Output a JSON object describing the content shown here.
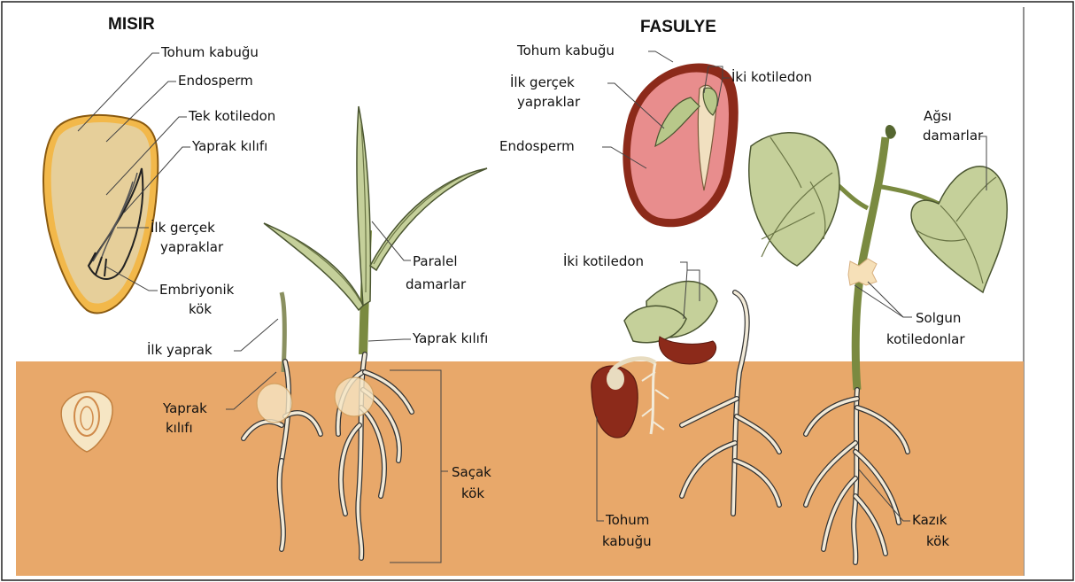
{
  "titles": {
    "corn": "MISIR",
    "bean": "FASULYE"
  },
  "corn_labels": {
    "seed_coat": "Tohum kabuğu",
    "endosperm": "Endosperm",
    "single_cotyledon": "Tek kotiledon",
    "leaf_sheath": "Yaprak kılıfı",
    "first_leaves_1": "İlk gerçek",
    "first_leaves_2": "yapraklar",
    "embryonic_root_1": "Embriyonik",
    "embryonic_root_2": "kök",
    "first_leaf": "İlk yaprak",
    "sheath_below_1": "Yaprak",
    "sheath_below_2": "kılıfı",
    "parallel_veins_1": "Paralel",
    "parallel_veins_2": "damarlar",
    "leaf_sheath_plant": "Yaprak kılıfı",
    "fibrous_root_1": "Saçak",
    "fibrous_root_2": "kök"
  },
  "bean_labels": {
    "seed_coat": "Tohum kabuğu",
    "first_leaves_1": "İlk gerçek",
    "first_leaves_2": "yapraklar",
    "two_cotyledons": "İki kotiledon",
    "endosperm": "Endosperm",
    "two_cotyledons_2": "İki kotiledon",
    "net_veins_1": "Ağsı",
    "net_veins_2": "damarlar",
    "withered_1": "Solgun",
    "withered_2": "kotiledonlar",
    "seed_coat_below_1": "Tohum",
    "seed_coat_below_2": "kabuğu",
    "taproot_1": "Kazık",
    "taproot_2": "kök"
  },
  "colors": {
    "soil": "#e8a86a",
    "seed_yellow": "#f2b84a",
    "seed_fill": "#e6cf9a",
    "bean_red": "#8c2a1a",
    "bean_pink": "#e88d8d",
    "leaf_green": "#c5d09a"
  }
}
